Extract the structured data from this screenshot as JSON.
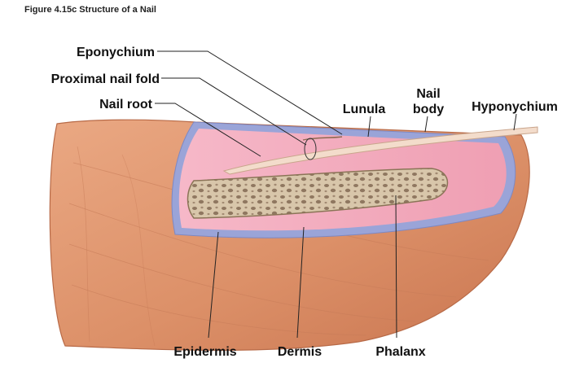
{
  "figure": {
    "caption": "Figure 4.15c  Structure of a Nail"
  },
  "labels": {
    "eponychium": "Eponychium",
    "proximal_nail_fold": "Proximal nail fold",
    "nail_root": "Nail root",
    "lunula": "Lunula",
    "nail_body_line1": "Nail",
    "nail_body_line2": "body",
    "hyponychium": "Hyponychium",
    "epidermis": "Epidermis",
    "dermis": "Dermis",
    "phalanx": "Phalanx"
  },
  "colors": {
    "skin": "#e19a72",
    "skin_shadow": "#c97550",
    "dermis_pink": "#f2a9bd",
    "epidermis_blue": "#9aa4d8",
    "bone": "#d8c6aa",
    "bone_pore": "#8f7760",
    "nail": "#f3dccb"
  }
}
